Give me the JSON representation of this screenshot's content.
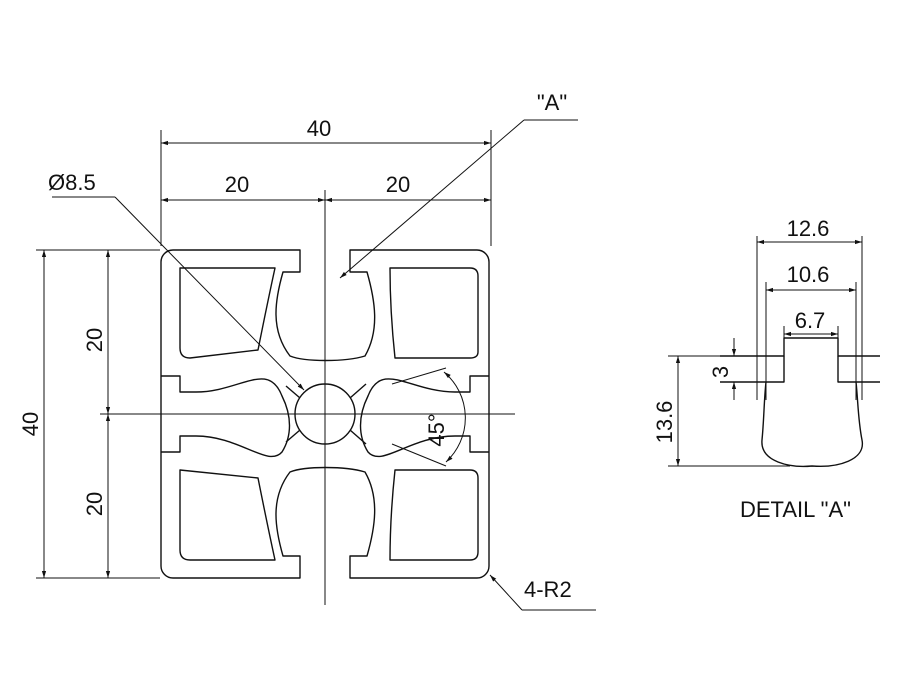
{
  "main_view": {
    "dim_overall_width": "40",
    "dim_half_left": "20",
    "dim_half_right": "20",
    "dim_overall_height": "40",
    "dim_half_top": "20",
    "dim_half_bottom": "20",
    "center_bore": "Ø8.5",
    "detail_callout": "\"A\"",
    "angle": "45°",
    "corner_radius": "4-R2"
  },
  "detail_view": {
    "dim_12_6": "12.6",
    "dim_10_6": "10.6",
    "dim_6_7": "6.7",
    "dim_3": "3",
    "dim_13_6": "13.6",
    "title": "DETAIL \"A\""
  },
  "colors": {
    "line": "#111111",
    "background": "#ffffff"
  }
}
